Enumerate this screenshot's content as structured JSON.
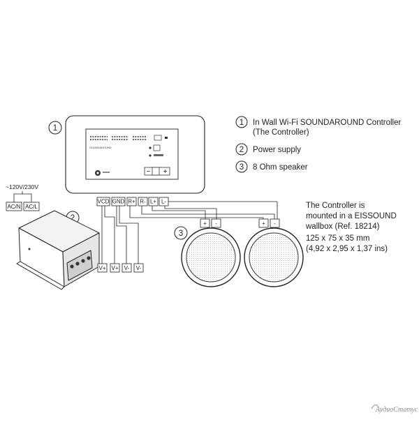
{
  "legend": [
    {
      "num": "1",
      "lines": [
        "In Wall Wi-Fi SOUNDAROUND Controller",
        "(The Controller)"
      ]
    },
    {
      "num": "2",
      "lines": [
        "Power supply"
      ]
    },
    {
      "num": "3",
      "lines": [
        "8 Ohm speaker"
      ]
    }
  ],
  "callouts": {
    "controller": "1",
    "power_supply": "2",
    "speakers": "3"
  },
  "mains": {
    "voltage": "~120V/230V",
    "neutral": "AC/N",
    "live": "AC/L"
  },
  "controller": {
    "brand": "SOUNDAROUND",
    "terminals": [
      "VCD",
      "GND",
      "R+",
      "R-",
      "L+",
      "L-"
    ]
  },
  "power_supply": {
    "outputs": [
      "V+",
      "V+",
      "V-",
      "V-"
    ]
  },
  "speaker_terminals": [
    "+",
    "-"
  ],
  "note": {
    "lines": [
      "The Controller is",
      "mounted in a EISSOUND",
      "wallbox (Ref. 18214)",
      "125 x 75 x 35 mm",
      "(4,92 x 2,95 x 1,37 ins)"
    ]
  },
  "watermark": "АудиоСтатус",
  "colors": {
    "line": "#222222",
    "wm": "#8a8a8a"
  }
}
